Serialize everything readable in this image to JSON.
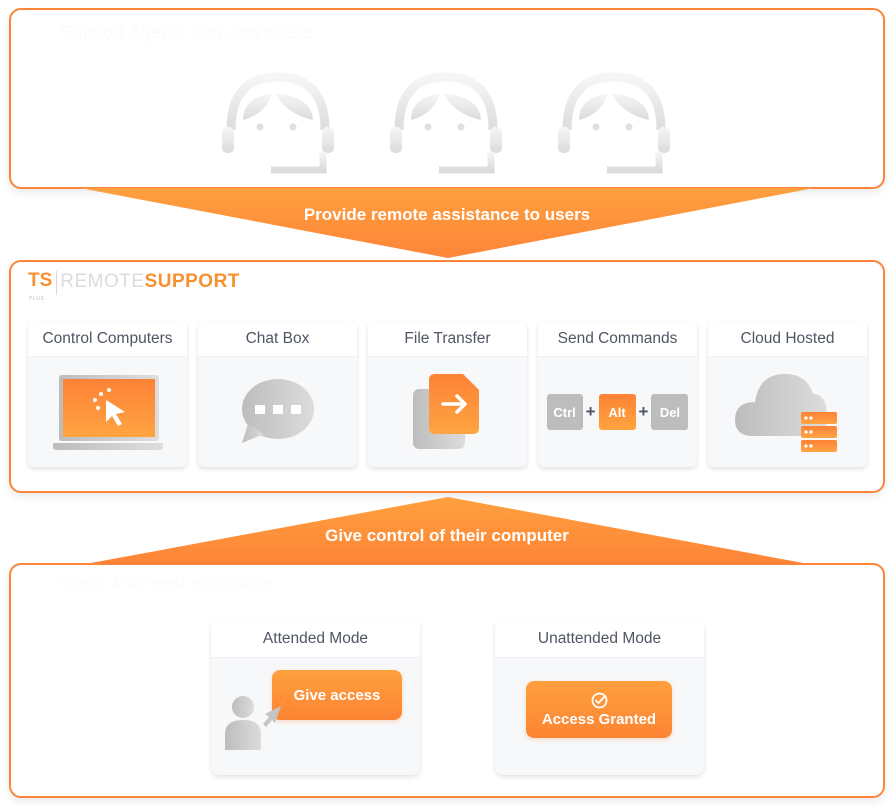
{
  "top_panel": {
    "title": "Support Agents from anywhere",
    "agents": [
      {
        "icon": "support-agent-headset-icon"
      },
      {
        "icon": "support-agent-headset-icon"
      },
      {
        "icon": "support-agent-headset-icon"
      }
    ]
  },
  "arrow_down": {
    "label": "Provide remote assistance to users"
  },
  "middle_panel": {
    "logo": {
      "ts": "TS",
      "plus": "PLUS",
      "remote": "REMOTE",
      "support": "SUPPORT"
    },
    "features": [
      {
        "label": "Control Computers",
        "icon": "laptop-cursor-click-icon"
      },
      {
        "label": "Chat Box",
        "icon": "chat-bubble-icon"
      },
      {
        "label": "File Transfer",
        "icon": "file-transfer-arrow-icon"
      },
      {
        "label": "Send Commands",
        "icon": "keyboard-shortcut-icon",
        "keys": [
          "Ctrl",
          "Alt",
          "Del"
        ],
        "separator": "+"
      },
      {
        "label": "Cloud Hosted",
        "icon": "cloud-server-icon"
      }
    ]
  },
  "arrow_up": {
    "label": "Give control of their computer"
  },
  "bottom_panel": {
    "title": "Users who need assistance",
    "modes": [
      {
        "label": "Attended Mode",
        "button": "Give access",
        "icon": "user-cursor-icon"
      },
      {
        "label": "Unattended Mode",
        "button": "Access Granted",
        "icon": "check-circle-icon"
      }
    ]
  },
  "colors": {
    "accent": "#fd8438",
    "accent_light": "#ffa43f",
    "icon_gray": "#c4c4c4",
    "text_gray": "#4f5563",
    "card_bg": "#f7f8fa"
  }
}
